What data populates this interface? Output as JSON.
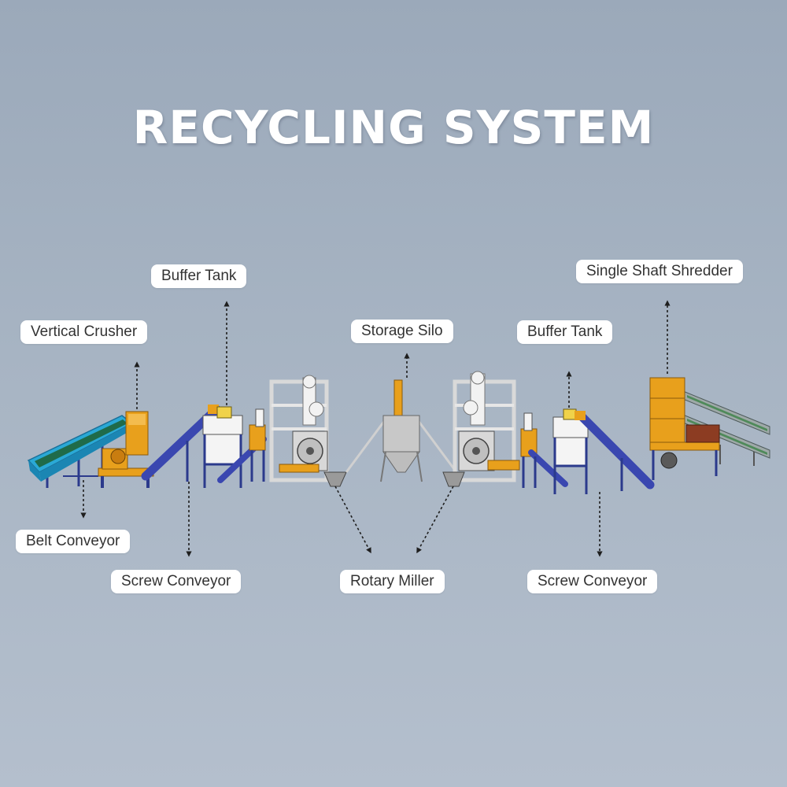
{
  "title": "RECYCLING SYSTEM",
  "labels": {
    "vertical_crusher": "Vertical Crusher",
    "buffer_tank_left": "Buffer Tank",
    "storage_silo": "Storage Silo",
    "buffer_tank_right": "Buffer Tank",
    "single_shaft_shredder": "Single Shaft Shredder",
    "belt_conveyor": "Belt Conveyor",
    "screw_conveyor_left": "Screw Conveyor",
    "rotary_miller": "Rotary Miller",
    "screw_conveyor_right": "Screw Conveyor"
  },
  "colors": {
    "background": "#a7b4c3",
    "belt_conveyor": "#2aa9d6",
    "screw_conveyor": "#3a47b0",
    "machine_orange": "#e8a01c",
    "frame": "#2b3a8c",
    "miller_white": "#f2f2f2",
    "silo_grey": "#c8c8c8"
  }
}
